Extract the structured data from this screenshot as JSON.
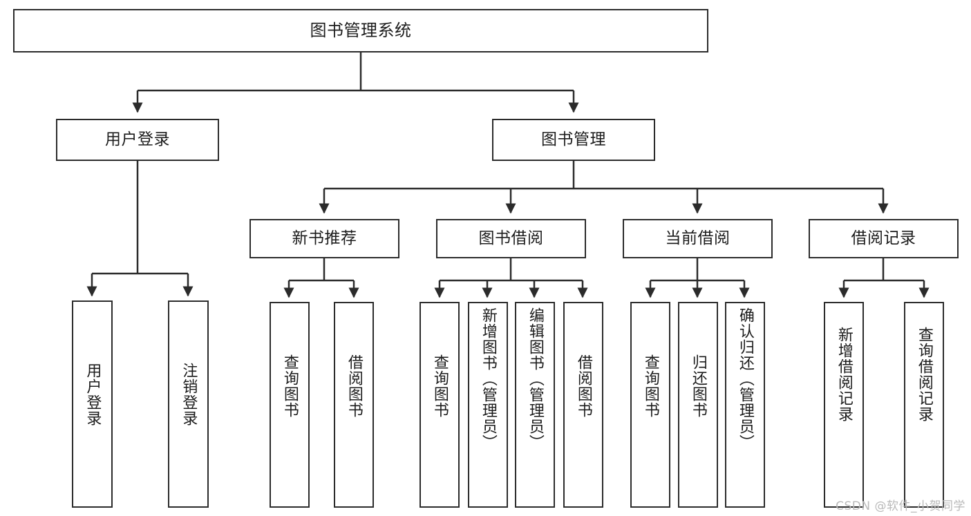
{
  "diagram": {
    "title": "图书管理系统",
    "type": "tree",
    "stroke_color": "#2b2b2b",
    "fill_color": "#ffffff",
    "text_color": "#1c1c1c"
  },
  "nodes": {
    "root": {
      "label": "图书管理系统"
    },
    "level2": [
      {
        "label": "用户登录"
      },
      {
        "label": "图书管理"
      }
    ],
    "level3": [
      {
        "label": "新书推荐"
      },
      {
        "label": "图书借阅"
      },
      {
        "label": "当前借阅"
      },
      {
        "label": "借阅记录"
      }
    ],
    "leaves_user_login": [
      {
        "label": "用户登录"
      },
      {
        "label": "注销登录"
      }
    ],
    "leaves_new_book": [
      {
        "label": "查询图书"
      },
      {
        "label": "借阅图书"
      }
    ],
    "leaves_borrow": [
      {
        "label": "查询图书"
      },
      {
        "label": "新增图书（管理员）"
      },
      {
        "label": "编辑图书（管理员）"
      },
      {
        "label": "借阅图书"
      }
    ],
    "leaves_current": [
      {
        "label": "查询图书"
      },
      {
        "label": "归还图书"
      },
      {
        "label": "确认归还（管理员）"
      }
    ],
    "leaves_records": [
      {
        "label": "新增借阅记录"
      },
      {
        "label": "查询借阅记录"
      }
    ]
  },
  "watermark": {
    "text": "CSDN @软件_小贺同学"
  }
}
